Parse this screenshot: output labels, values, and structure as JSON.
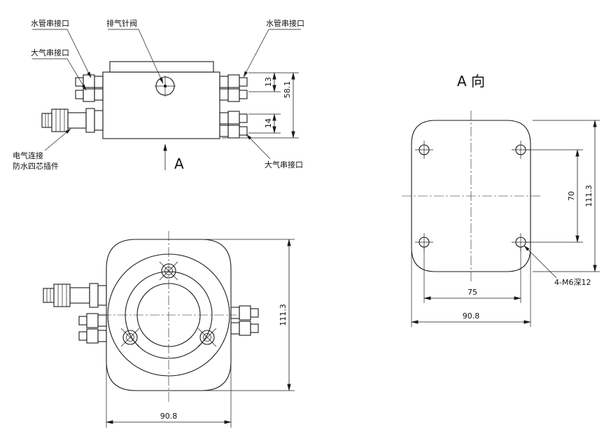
{
  "front_view": {
    "labels": {
      "water_port_left": "水管串接口",
      "air_port_left": "大气串接口",
      "exhaust_needle_valve": "排气针阀",
      "water_port_right": "水管串接口",
      "air_port_right": "大气串接口",
      "electrical_connection_line1": "电气连接",
      "electrical_connection_line2": "防水四芯插件",
      "section_arrow": "A"
    },
    "dims": {
      "port_offset_top": "13",
      "body_height": "58.1",
      "port_offset_bottom": "14"
    }
  },
  "bottom_view": {
    "dims": {
      "overall_height": "111.3",
      "overall_width": "90.8"
    }
  },
  "view_a": {
    "title": "A 向",
    "dims": {
      "hole_row_spacing": "70",
      "overall_height": "111.3",
      "hole_col_spacing": "75",
      "overall_width": "90.8"
    },
    "thread_note": "4-M6深12"
  }
}
